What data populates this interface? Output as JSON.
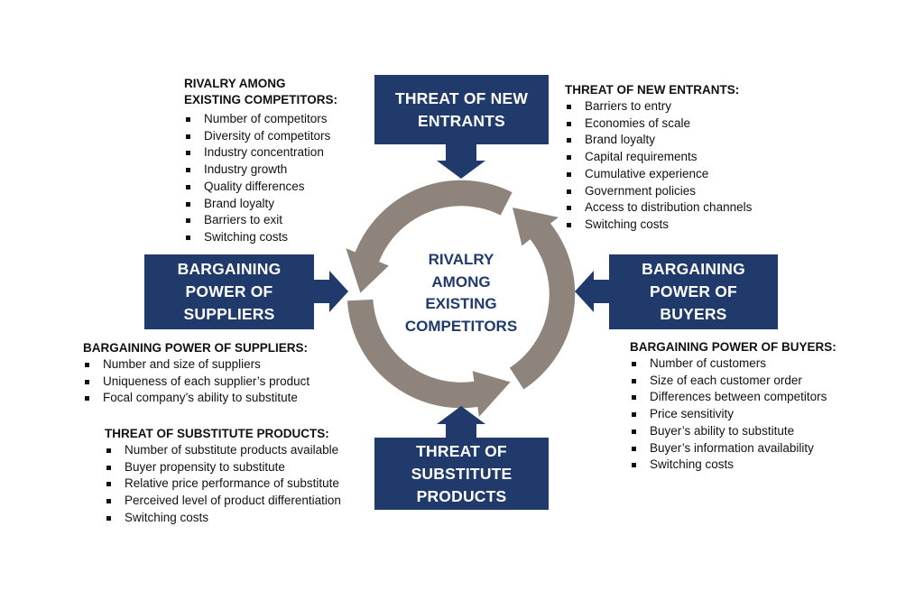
{
  "colors": {
    "navy": "#1f3a6b",
    "ring": "#8f847c"
  },
  "center": {
    "lines": [
      "RIVALRY",
      "AMONG",
      "EXISTING",
      "COMPETITORS"
    ]
  },
  "boxes": {
    "new_entrants": [
      "THREAT OF NEW",
      "ENTRANTS"
    ],
    "suppliers": [
      "BARGAINING",
      "POWER OF",
      "SUPPLIERS"
    ],
    "buyers": [
      "BARGAINING",
      "POWER OF",
      "BUYERS"
    ],
    "substitutes": [
      "THREAT OF",
      "SUBSTITUTE",
      "PRODUCTS"
    ]
  },
  "rivalry": {
    "heading": [
      "RIVALRY AMONG",
      "EXISTING COMPETITORS:"
    ],
    "items": [
      "Number of competitors",
      "Diversity of competitors",
      "Industry concentration",
      "Industry growth",
      "Quality differences",
      "Brand loyalty",
      "Barriers to exit",
      "Switching costs"
    ]
  },
  "new_entrants": {
    "heading": "THREAT OF NEW ENTRANTS:",
    "items": [
      "Barriers to entry",
      "Economies of scale",
      "Brand loyalty",
      "Capital requirements",
      "Cumulative experience",
      "Government policies",
      "Access to distribution channels",
      "Switching costs"
    ]
  },
  "suppliers": {
    "heading": "BARGAINING POWER OF SUPPLIERS:",
    "items": [
      "Number  and size of suppliers",
      "Uniqueness of each supplier’s product",
      "Focal company’s ability to substitute"
    ]
  },
  "substitutes": {
    "heading": "THREAT OF SUBSTITUTE PRODUCTS:",
    "items": [
      "Number of substitute products available",
      "Buyer propensity to substitute",
      "Relative price performance of substitute",
      "Perceived level of product differentiation",
      "Switching costs"
    ]
  },
  "buyers": {
    "heading": "BARGAINING POWER OF BUYERS:",
    "items": [
      "Number of customers",
      "Size of each customer order",
      "Differences between competitors",
      "Price sensitivity",
      "Buyer’s ability to substitute",
      "Buyer’s information availability",
      "Switching costs"
    ]
  }
}
